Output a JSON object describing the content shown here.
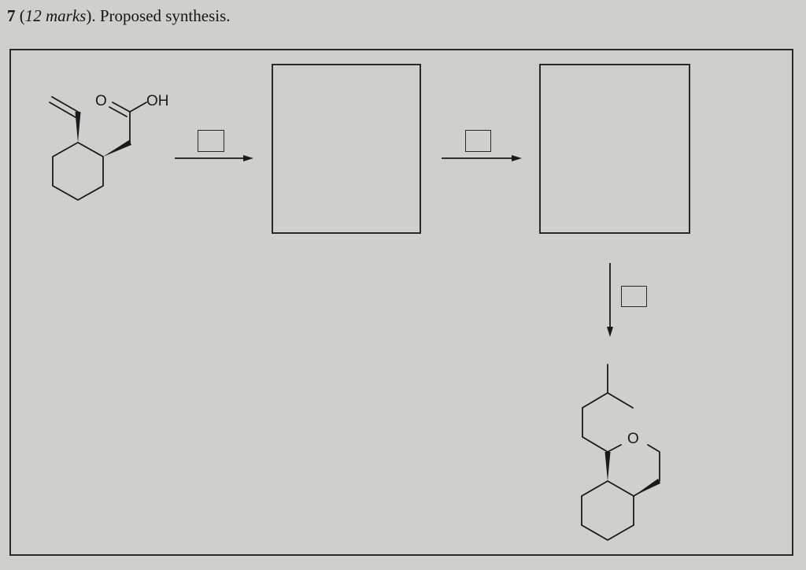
{
  "question": {
    "number": "7",
    "marks_open": " (",
    "marks": "12 marks",
    "marks_close": ").",
    "title": "Proposed synthesis."
  },
  "atoms": {
    "carbonyl_oxygen": "O",
    "hydroxyl": "OH",
    "ring_oxygen": "O"
  },
  "colors": {
    "page": "#cfcfcd",
    "ink": "#1a1a1a"
  }
}
